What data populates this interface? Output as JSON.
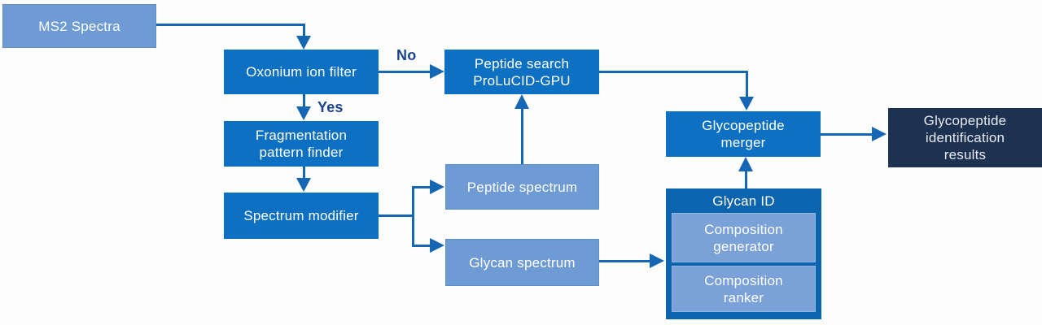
{
  "colors": {
    "box_medium": "#0d70c2",
    "box_light": "#6f9bd4",
    "box_container": "#0c64af",
    "box_dark": "#1d3150",
    "arrow": "#1566b3",
    "branch_label": "#1a458c",
    "text": "#ffffff"
  },
  "nodes": {
    "ms2": {
      "label": "MS2 Spectra"
    },
    "oxonium": {
      "label": "Oxonium ion filter"
    },
    "peptide_search": {
      "line1": "Peptide search",
      "line2": "ProLuCID-GPU"
    },
    "fragmentation": {
      "line1": "Fragmentation",
      "line2": "pattern finder"
    },
    "spectrum_modifier": {
      "label": "Spectrum modifier"
    },
    "peptide_spectrum": {
      "label": "Peptide spectrum"
    },
    "glycan_spectrum": {
      "label": "Glycan spectrum"
    },
    "glycopeptide_merger": {
      "line1": "Glycopeptide",
      "line2": "merger"
    },
    "glycan_id": {
      "label": "Glycan ID"
    },
    "composition_generator": {
      "line1": "Composition",
      "line2": "generator"
    },
    "composition_ranker": {
      "line1": "Composition",
      "line2": "ranker"
    },
    "results": {
      "line1": "Glycopeptide",
      "line2": "identification",
      "line3": "results"
    }
  },
  "edges": {
    "no_label": "No",
    "yes_label": "Yes"
  }
}
